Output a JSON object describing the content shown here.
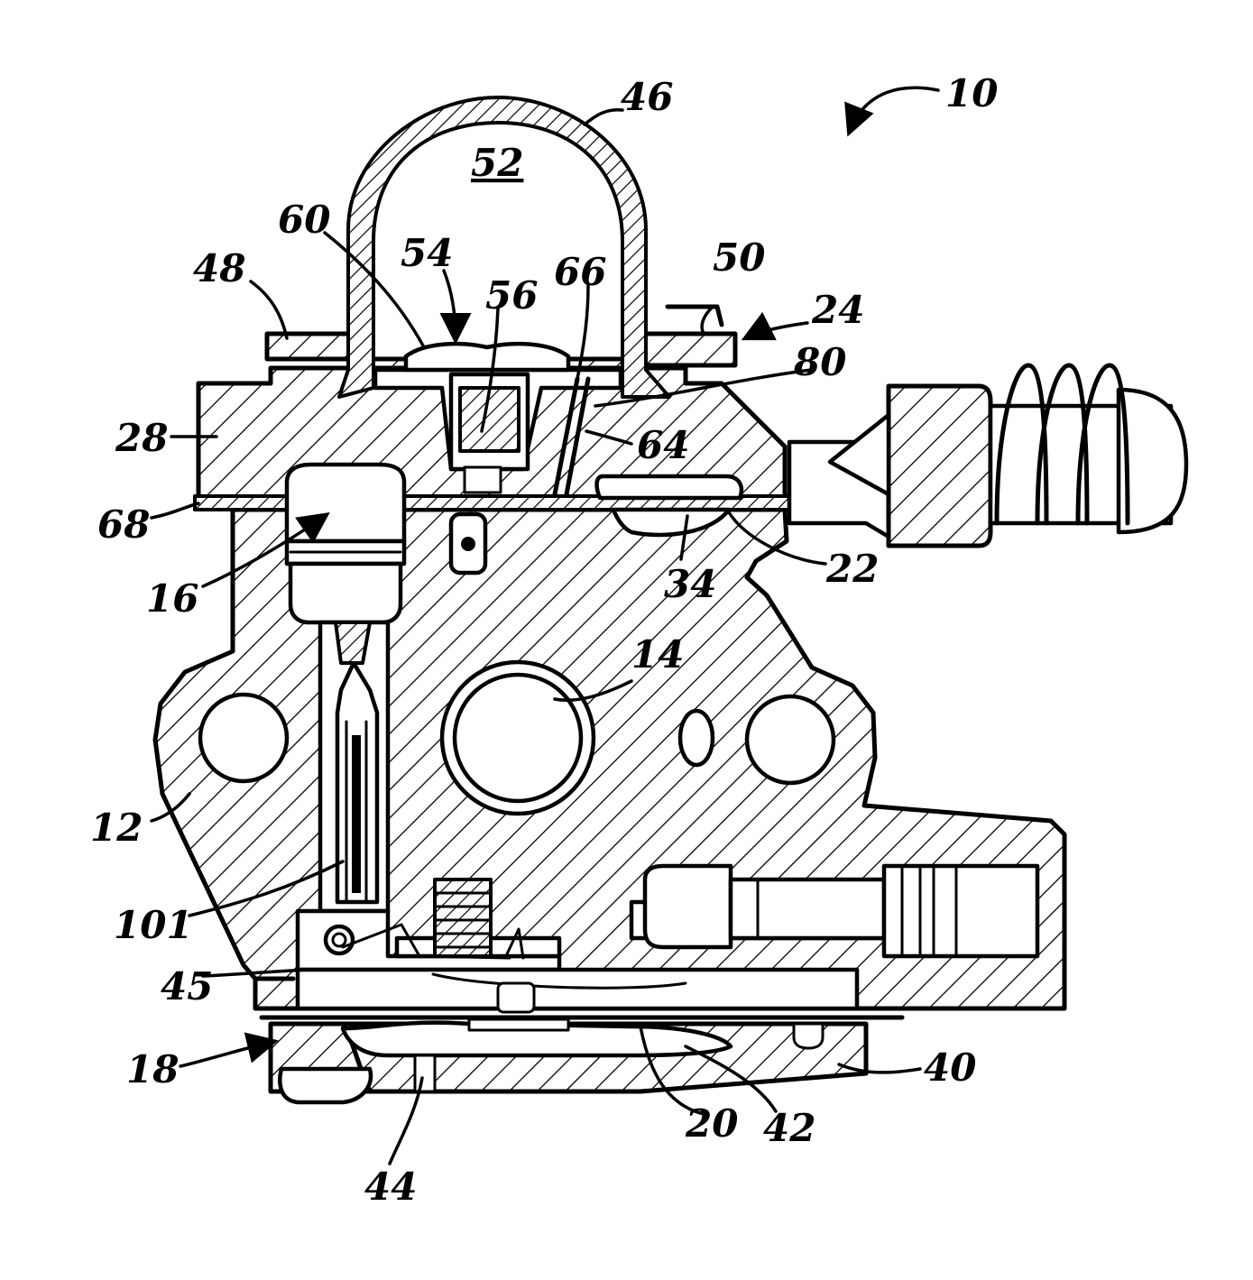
{
  "figure": {
    "refs": {
      "r10": "10",
      "r46": "46",
      "r52": "52",
      "r60": "60",
      "r54": "54",
      "r56": "56",
      "r66": "66",
      "r48": "48",
      "r50": "50",
      "r24": "24",
      "r80": "80",
      "r28": "28",
      "r64": "64",
      "r68": "68",
      "r16": "16",
      "r34": "34",
      "r22": "22",
      "r14": "14",
      "r12": "12",
      "r101": "101",
      "r45": "45",
      "r18": "18",
      "r40": "40",
      "r20": "20",
      "r42": "42",
      "r44": "44"
    }
  }
}
